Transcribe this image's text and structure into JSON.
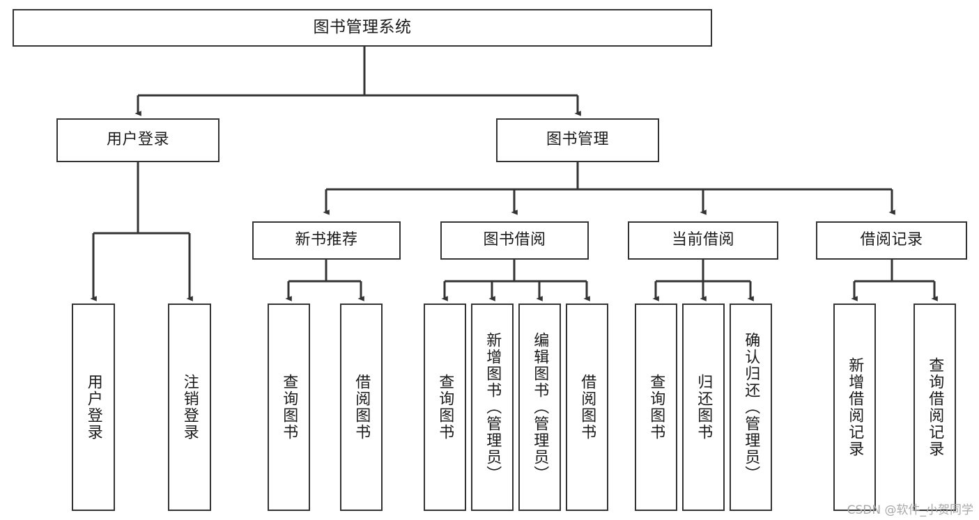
{
  "diagram": {
    "title": "图书管理系统",
    "type": "hierarchy-tree",
    "nodes": {
      "root": {
        "label": "图书管理系统",
        "level": 1
      },
      "level2": [
        {
          "id": "user-login",
          "label": "用户登录"
        },
        {
          "id": "book-manage",
          "label": "图书管理"
        }
      ],
      "level3": [
        {
          "id": "new-book-recommend",
          "label": "新书推荐"
        },
        {
          "id": "book-borrow",
          "label": "图书借阅"
        },
        {
          "id": "current-borrow",
          "label": "当前借阅"
        },
        {
          "id": "borrow-record",
          "label": "借阅记录"
        }
      ],
      "leaves": {
        "user_login": [
          {
            "id": "leaf-user-login",
            "label": "用户登录"
          },
          {
            "id": "leaf-logout",
            "label": "注销登录"
          }
        ],
        "new_book_recommend": [
          {
            "id": "leaf-query-book-1",
            "label": "查询图书"
          },
          {
            "id": "leaf-borrow-book-1",
            "label": "借阅图书"
          }
        ],
        "book_borrow": [
          {
            "id": "leaf-query-book-2",
            "label": "查询图书"
          },
          {
            "id": "leaf-add-book",
            "label": "新增图书（管理员）"
          },
          {
            "id": "leaf-edit-book",
            "label": "编辑图书（管理员）"
          },
          {
            "id": "leaf-borrow-book-2",
            "label": "借阅图书"
          }
        ],
        "current_borrow": [
          {
            "id": "leaf-query-book-3",
            "label": "查询图书"
          },
          {
            "id": "leaf-return-book",
            "label": "归还图书"
          },
          {
            "id": "leaf-confirm-return",
            "label": "确认归还（管理员）"
          }
        ],
        "borrow_record": [
          {
            "id": "leaf-add-record",
            "label": "新增借阅记录"
          },
          {
            "id": "leaf-query-record",
            "label": "查询借阅记录"
          }
        ]
      }
    },
    "colors": {
      "border": "#333333",
      "connector": "#333333",
      "background": "#ffffff",
      "text": "#1a1a1a",
      "watermark": "#a8a8a8"
    },
    "watermark": "CSDN @软件_小贺同学"
  }
}
